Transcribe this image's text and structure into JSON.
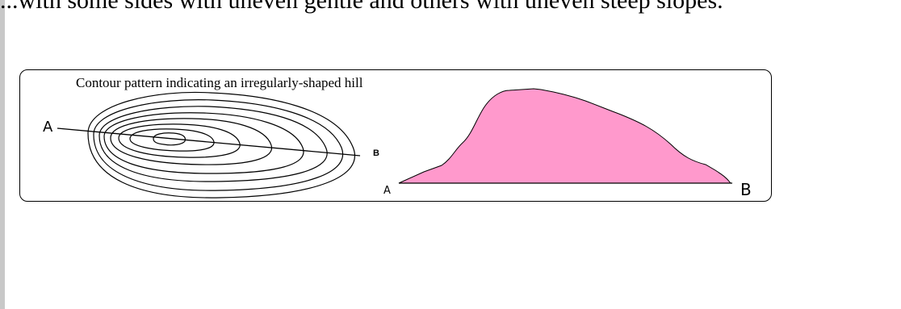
{
  "intro_text": "...with some sides with uneven gentle and others with uneven steep slopes.",
  "figure": {
    "title": "Contour pattern indicating an irregularly-shaped hill",
    "contour_map": {
      "start_label": "A",
      "end_label": "B"
    },
    "profile": {
      "start_label": "A",
      "end_label": "B",
      "fill_color": "#ff99cc"
    }
  }
}
